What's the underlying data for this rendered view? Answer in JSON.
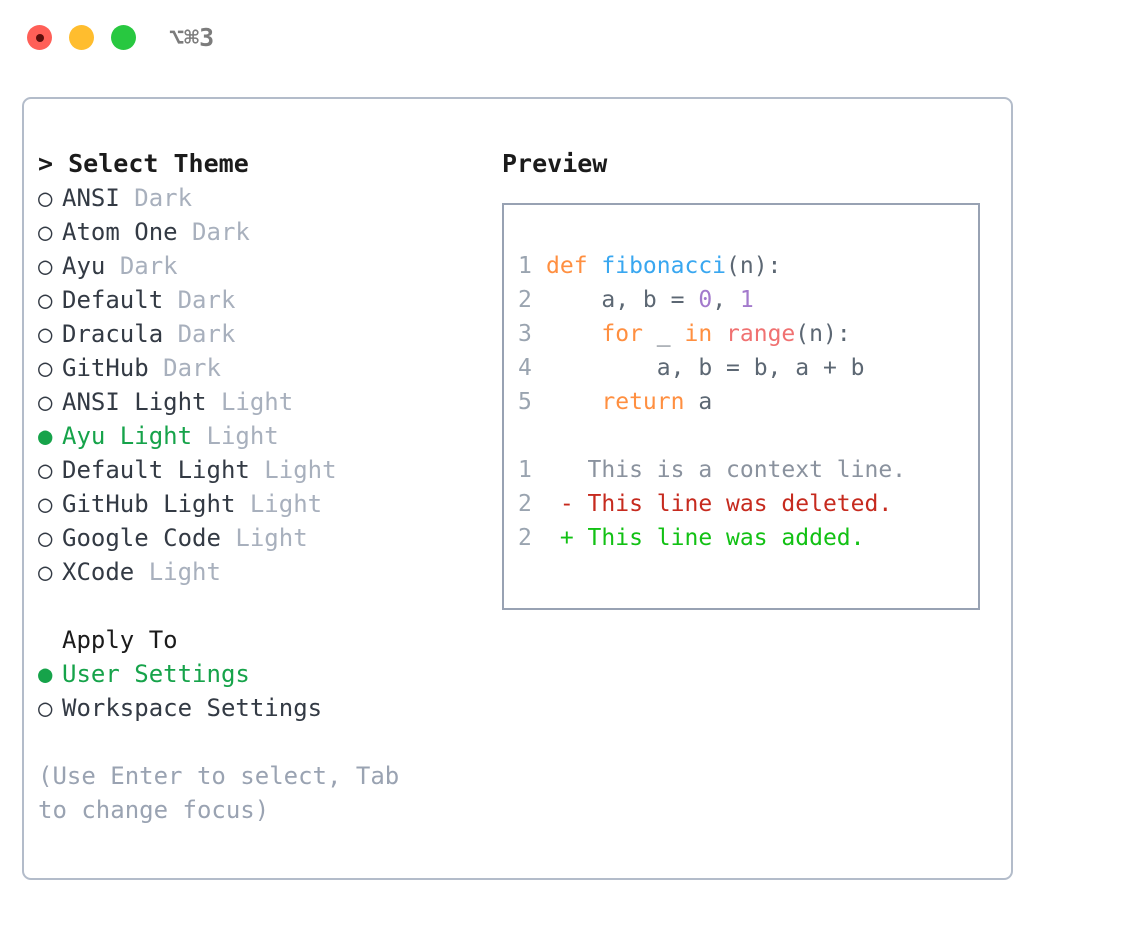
{
  "titlebar": {
    "shortcut": "⌥⌘3",
    "buttons": [
      {
        "name": "close",
        "color": "#ff5f57"
      },
      {
        "name": "minimize",
        "color": "#ffbd2e"
      },
      {
        "name": "maximize",
        "color": "#28c840"
      }
    ]
  },
  "theme_picker": {
    "prefix": ">",
    "title": "Select Theme",
    "marker_unselected": "○",
    "marker_selected": "●",
    "items": [
      {
        "marker": "○",
        "name": "ANSI",
        "tag": "Dark",
        "selected": false
      },
      {
        "marker": "○",
        "name": "Atom One",
        "tag": "Dark",
        "selected": false
      },
      {
        "marker": "○",
        "name": "Ayu",
        "tag": "Dark",
        "selected": false
      },
      {
        "marker": "○",
        "name": "Default",
        "tag": "Dark",
        "selected": false
      },
      {
        "marker": "○",
        "name": "Dracula",
        "tag": "Dark",
        "selected": false
      },
      {
        "marker": "○",
        "name": "GitHub",
        "tag": "Dark",
        "selected": false
      },
      {
        "marker": "○",
        "name": "ANSI Light",
        "tag": "Light",
        "selected": false
      },
      {
        "marker": "●",
        "name": "Ayu Light",
        "tag": "Light",
        "selected": true
      },
      {
        "marker": "○",
        "name": "Default Light",
        "tag": "Light",
        "selected": false
      },
      {
        "marker": "○",
        "name": "GitHub Light",
        "tag": "Light",
        "selected": false
      },
      {
        "marker": "○",
        "name": "Google Code",
        "tag": "Light",
        "selected": false
      },
      {
        "marker": "○",
        "name": "XCode",
        "tag": "Light",
        "selected": false
      }
    ]
  },
  "apply_to": {
    "title": "Apply To",
    "items": [
      {
        "marker": "●",
        "name": "User Settings",
        "selected": true
      },
      {
        "marker": "○",
        "name": "Workspace Settings",
        "selected": false
      }
    ]
  },
  "hint": "(Use Enter to select, Tab to change focus)",
  "preview": {
    "title": "Preview",
    "code": [
      {
        "ln": "1",
        "tokens": [
          {
            "t": "def ",
            "c": "kw"
          },
          {
            "t": "fibonacci",
            "c": "fn"
          },
          {
            "t": "(n):",
            "c": "punct"
          }
        ]
      },
      {
        "ln": "2",
        "tokens": [
          {
            "t": "    a, b = ",
            "c": "punct"
          },
          {
            "t": "0",
            "c": "num"
          },
          {
            "t": ", ",
            "c": "punct"
          },
          {
            "t": "1",
            "c": "num"
          }
        ]
      },
      {
        "ln": "3",
        "tokens": [
          {
            "t": "    ",
            "c": "punct"
          },
          {
            "t": "for",
            "c": "kw"
          },
          {
            "t": " _ ",
            "c": "punct"
          },
          {
            "t": "in",
            "c": "kw"
          },
          {
            "t": " ",
            "c": "punct"
          },
          {
            "t": "range",
            "c": "bi"
          },
          {
            "t": "(n):",
            "c": "punct"
          }
        ]
      },
      {
        "ln": "4",
        "tokens": [
          {
            "t": "        a, b = b, a + b",
            "c": "punct"
          }
        ]
      },
      {
        "ln": "5",
        "tokens": [
          {
            "t": "    ",
            "c": "punct"
          },
          {
            "t": "return",
            "c": "kw"
          },
          {
            "t": " a",
            "c": "punct"
          }
        ]
      }
    ],
    "diff": [
      {
        "ln": "1",
        "sign": " ",
        "text": "This is a context line.",
        "kind": "ctx"
      },
      {
        "ln": "2",
        "sign": "-",
        "text": "This line was deleted.",
        "kind": "del"
      },
      {
        "ln": "2",
        "sign": "+",
        "text": "This line was added.",
        "kind": "add"
      }
    ]
  },
  "colors": {
    "accent_green": "#16a34a",
    "muted": "#a8b0bd",
    "hint": "#9aa3b2",
    "keyword": "#ff8f40",
    "function": "#39a7f0",
    "number": "#a37acc",
    "builtin": "#f07171",
    "diff_delete": "#c62a1e",
    "diff_add": "#12c114",
    "border": "#b3bcca",
    "preview_border": "#98a2b3"
  }
}
